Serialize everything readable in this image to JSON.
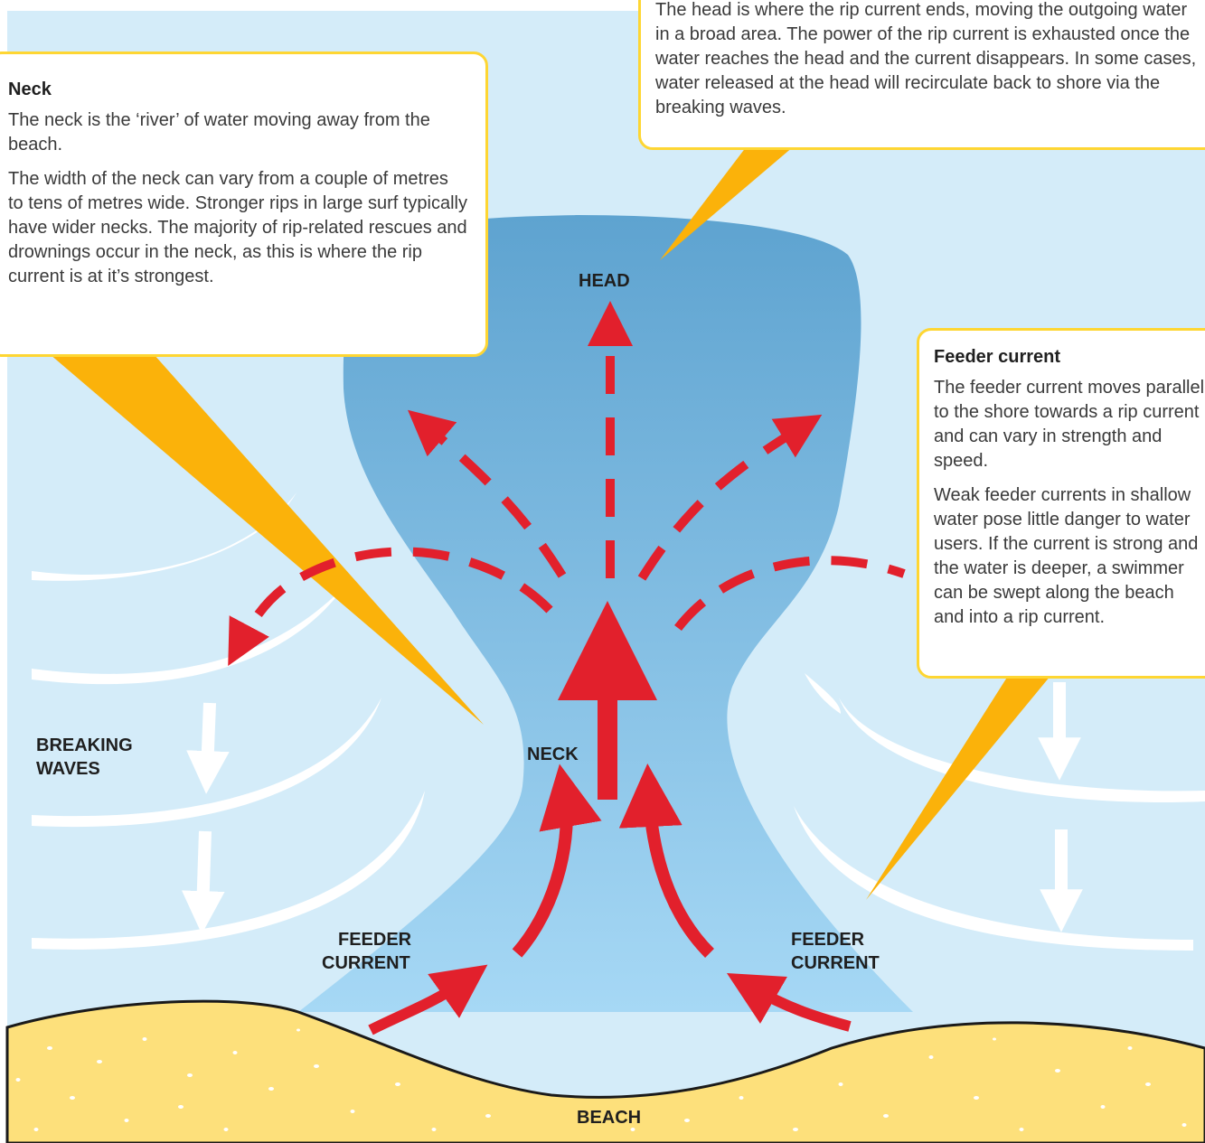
{
  "labels": {
    "head": "HEAD",
    "neck": "NECK",
    "breaking_waves": [
      "BREAKING",
      "WAVES"
    ],
    "feeder_left": [
      "FEEDER",
      "CURRENT"
    ],
    "feeder_right": [
      "FEEDER",
      "CURRENT"
    ],
    "beach": "BEACH"
  },
  "callouts": {
    "head": {
      "paragraphs": [
        "The head is where the rip current ends, moving the outgoing water in a broad area. The power of the rip current is exhausted once the water reaches the head and the current disappears. In some cases, water released at the head will recirculate back to shore via the breaking waves."
      ]
    },
    "neck": {
      "title": "Neck",
      "paragraphs": [
        "The neck is the ‘river’ of water moving away from the beach.",
        "The width of the neck can vary from a couple of metres to tens of metres wide. Stronger rips in large surf typically have wider necks. The majority of rip-related rescues and drownings occur in the neck, as this is where the rip current is at it’s strongest."
      ]
    },
    "feeder": {
      "title": "Feeder current",
      "paragraphs": [
        "The feeder current moves parallel to the shore towards a rip current and can vary in strength and speed.",
        "Weak feeder currents in shallow water pose little danger to water users. If the current is strong and the water is deeper, a swimmer can be swept along the beach and into a rip current."
      ]
    }
  },
  "colors": {
    "sea": "#d4ecf9",
    "rip_water_top": "#5ea3d0",
    "rip_water_bottom": "#a6d8f5",
    "sand": "#fde07b",
    "arrow": "#e2202c",
    "pointer": "#fbb20a",
    "callout_border": "#fed633"
  }
}
